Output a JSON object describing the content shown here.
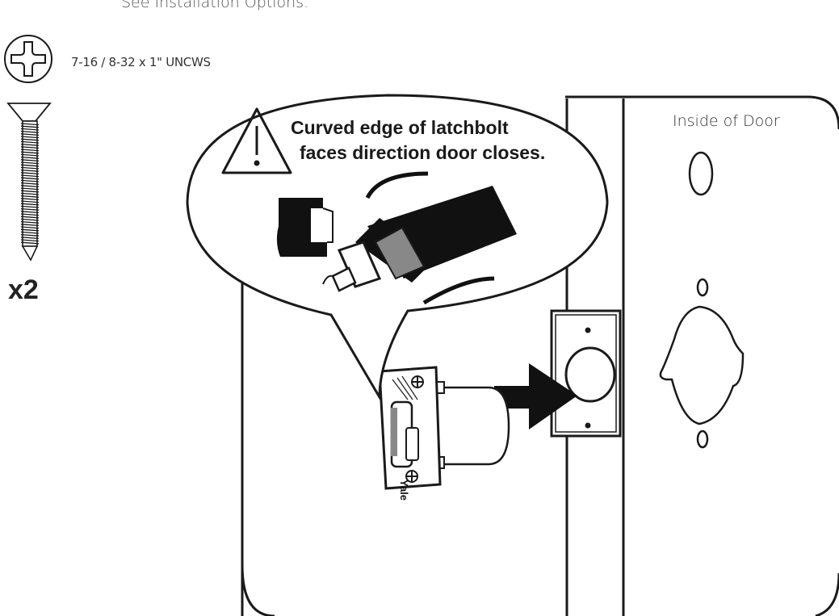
{
  "header": {
    "note": "See Installation Options."
  },
  "screw": {
    "spec": "7-16 / 8-32 x 1\" UNCWS",
    "quantity": "x2",
    "head_icon": "phillips-head-icon",
    "body_icon": "flat-head-screw-icon"
  },
  "callout": {
    "warning_icon": "warning-triangle-icon",
    "line_1": "Curved edge of latchbolt",
    "line_2": "faces direction door closes."
  },
  "door": {
    "label": "Inside of Door"
  },
  "latch": {
    "brand": "Yale",
    "arrow_icon": "insert-arrow-icon"
  },
  "colors": {
    "ink": "#1a1a1a",
    "fill_dark": "#111111",
    "fill_mid": "#888888",
    "paper": "#ffffff"
  }
}
